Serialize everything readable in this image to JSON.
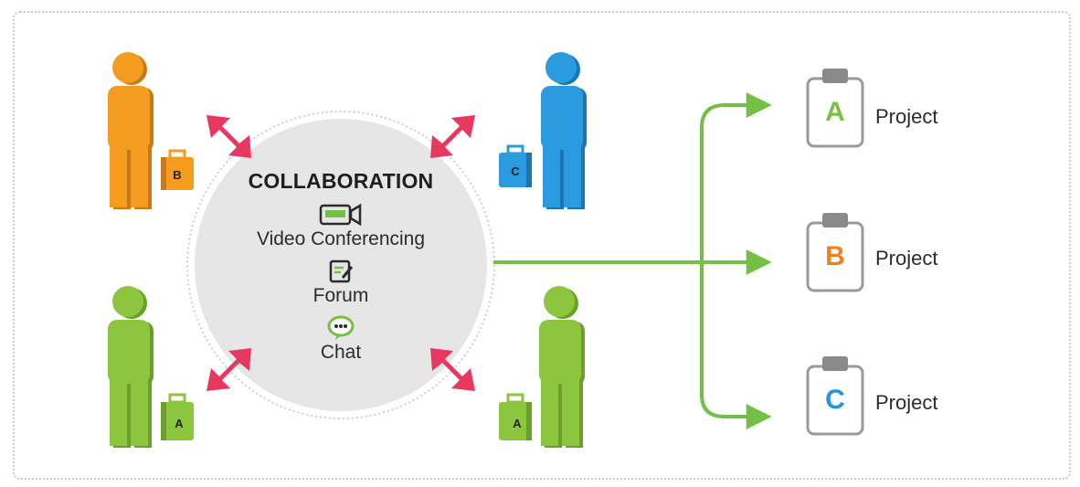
{
  "collaboration": {
    "title": "COLLABORATION",
    "services": [
      {
        "label": "Video Conferencing",
        "icon": "video-camera-icon"
      },
      {
        "label": "Forum",
        "icon": "forum-edit-icon"
      },
      {
        "label": "Chat",
        "icon": "chat-bubble-icon"
      }
    ]
  },
  "people": [
    {
      "color": "#f39c1f",
      "bag_letter": "B"
    },
    {
      "color": "#2b9be0",
      "bag_letter": "C"
    },
    {
      "color": "#8cc63f",
      "bag_letter": "A"
    },
    {
      "color": "#8cc63f",
      "bag_letter": "A"
    }
  ],
  "projects": [
    {
      "letter": "A",
      "label": "Project",
      "color": "#7ac143"
    },
    {
      "letter": "B",
      "label": "Project",
      "color": "#f07f1e"
    },
    {
      "letter": "C",
      "label": "Project",
      "color": "#2196e0"
    }
  ],
  "colors": {
    "arrow": "#e8385f",
    "connector": "#74c044",
    "circle": "#e6e6e6"
  }
}
